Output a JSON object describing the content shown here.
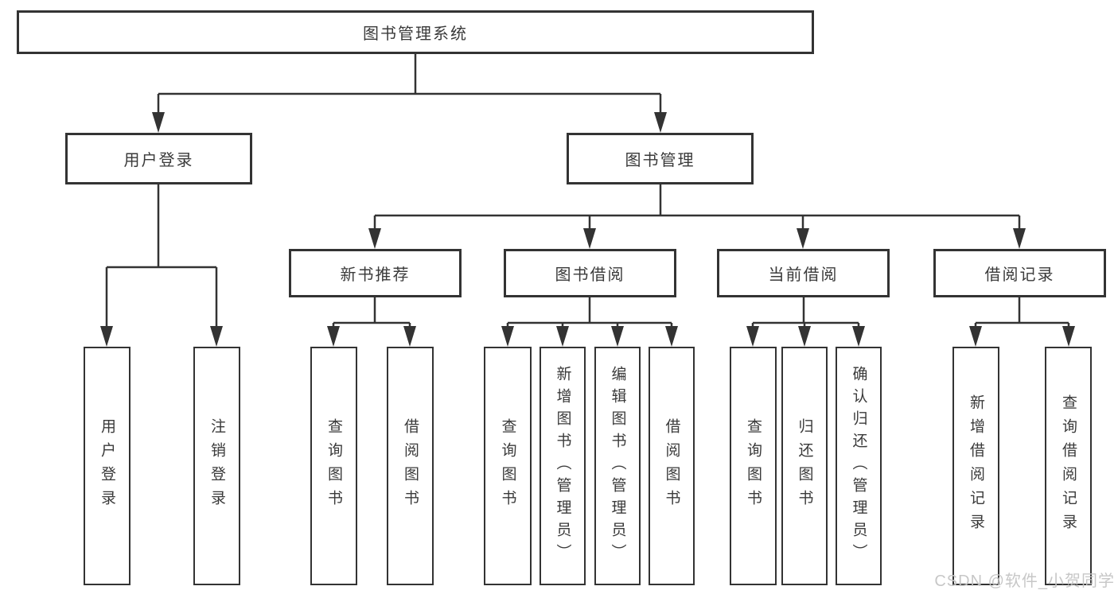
{
  "diagram": {
    "root": {
      "label": "图书管理系统"
    },
    "branches": [
      {
        "label": "用户登录",
        "children": [
          {
            "label": "用户登录"
          },
          {
            "label": "注销登录"
          }
        ]
      },
      {
        "label": "图书管理",
        "children": [
          {
            "label": "新书推荐",
            "children": [
              {
                "label": "查询图书"
              },
              {
                "label": "借阅图书"
              }
            ]
          },
          {
            "label": "图书借阅",
            "children": [
              {
                "label": "查询图书"
              },
              {
                "label": "新增图书（管理员）"
              },
              {
                "label": "编辑图书（管理员）"
              },
              {
                "label": "借阅图书"
              }
            ]
          },
          {
            "label": "当前借阅",
            "children": [
              {
                "label": "查询图书"
              },
              {
                "label": "归还图书"
              },
              {
                "label": "确认归还（管理员）"
              }
            ]
          },
          {
            "label": "借阅记录",
            "children": [
              {
                "label": "新增借阅记录"
              },
              {
                "label": "查询借阅记录"
              }
            ]
          }
        ]
      }
    ]
  },
  "watermark": {
    "text": "CSDN @软件_小贺同学",
    "color": "#c5c5c5"
  },
  "colors": {
    "line": "#333333",
    "box_border": "#333333",
    "box_fill": "#ffffff",
    "text": "#3a3a3a"
  }
}
